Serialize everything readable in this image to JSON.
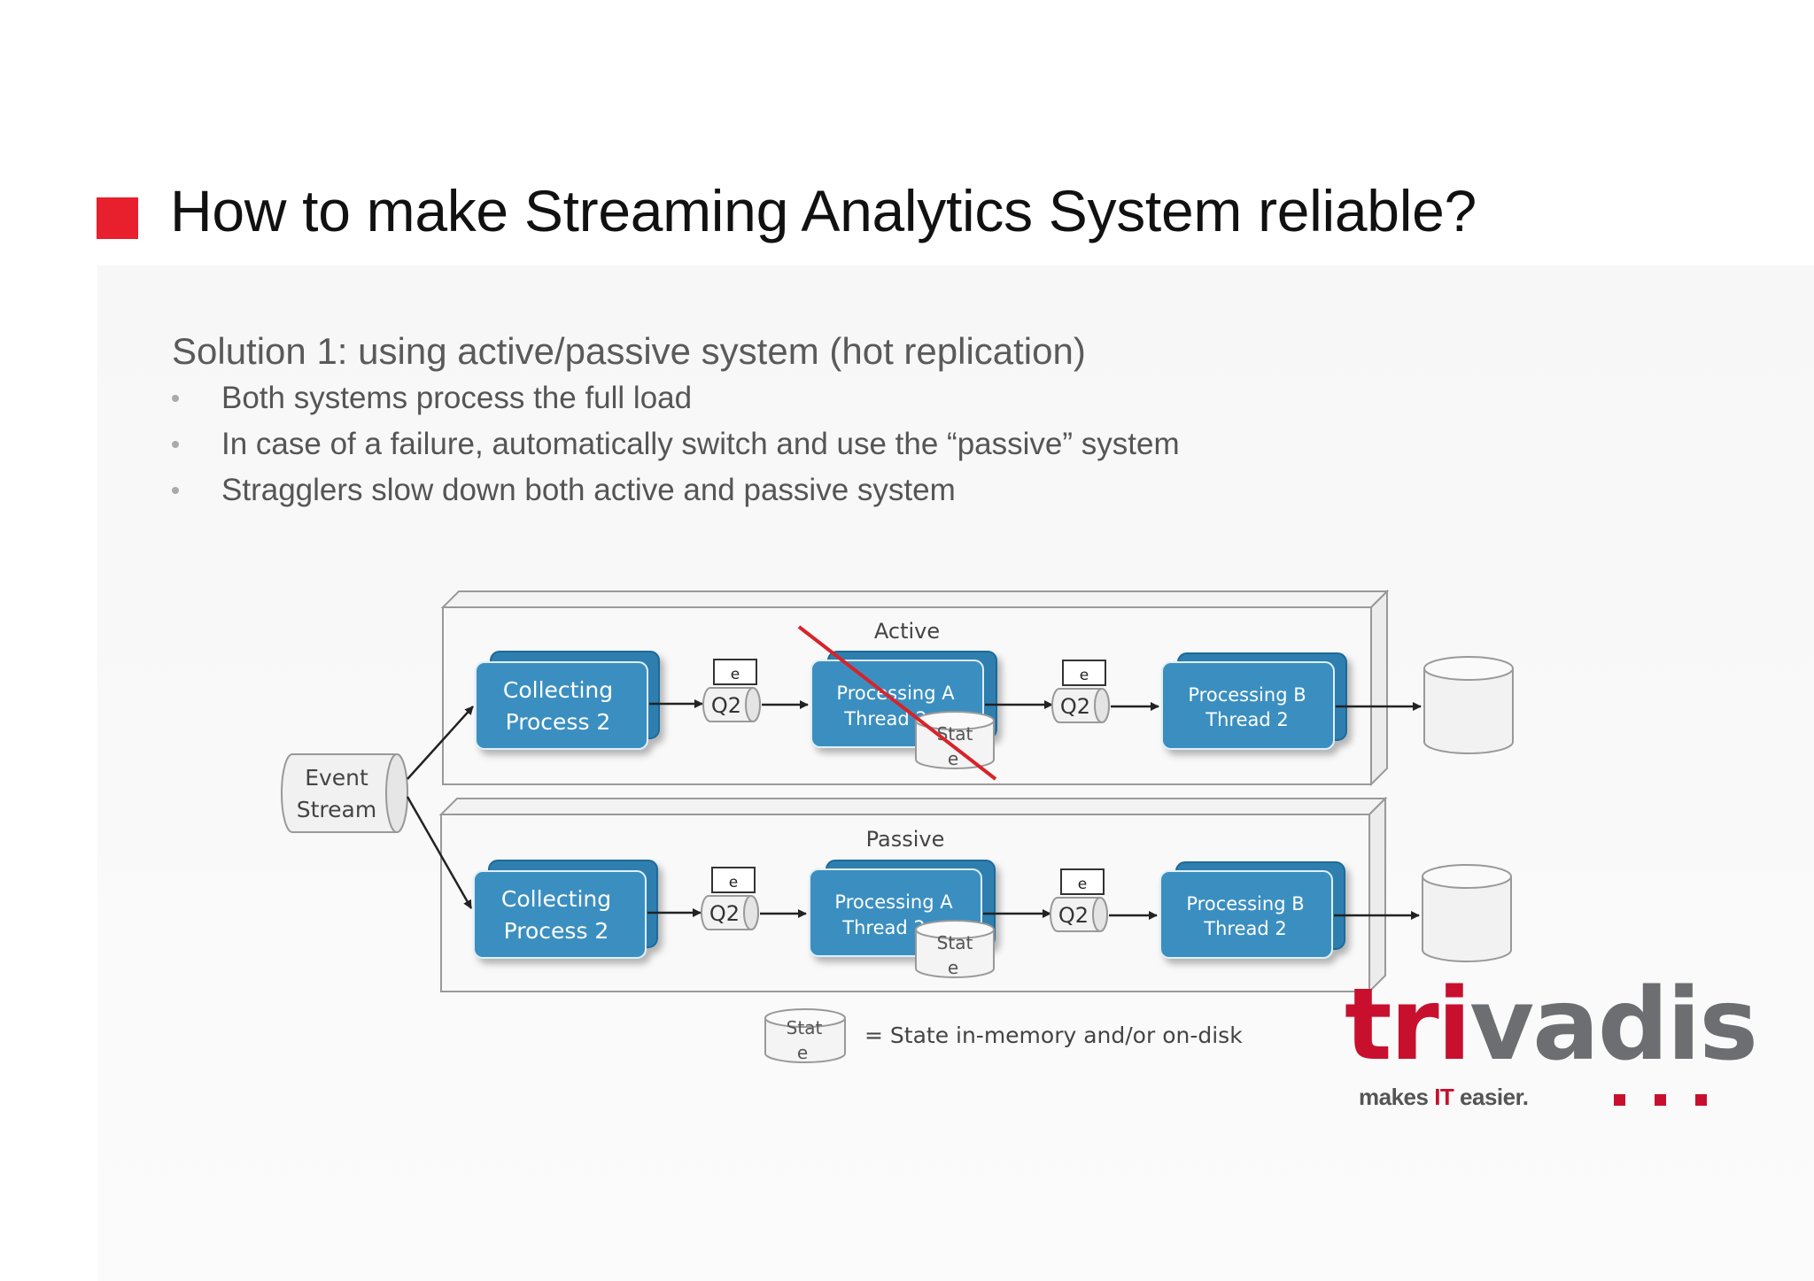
{
  "slide": {
    "title": "How to make Streaming Analytics System reliable?",
    "subtitle": "Solution 1: using active/passive system (hot replication)",
    "bullets": [
      "Both systems process the full load",
      "In case of a failure, automatically  switch and use the “passive” system",
      "Stragglers slow down both active and passive system"
    ],
    "accent_color": "#e8202e"
  },
  "diagram": {
    "source": {
      "line1": "Event",
      "line2": "Stream"
    },
    "lanes": [
      {
        "label": "Active",
        "failed": true,
        "collector": {
          "line1": "Collecting",
          "line2": "Process 2"
        },
        "queue1": {
          "label": "Q2",
          "tag": "e"
        },
        "proc_a": {
          "line1": "Processing  A",
          "line2": "Thread 2",
          "state1": "Stat",
          "state2": "e"
        },
        "queue2": {
          "label": "Q2",
          "tag": "e"
        },
        "proc_b": {
          "line1": "Processing  B",
          "line2": "Thread  2"
        }
      },
      {
        "label": "Passive",
        "failed": false,
        "collector": {
          "line1": "Collecting",
          "line2": "Process 2"
        },
        "queue1": {
          "label": "Q2",
          "tag": "e"
        },
        "proc_a": {
          "line1": "Processing  A",
          "line2": "Thread 2",
          "state1": "Stat",
          "state2": "e"
        },
        "queue2": {
          "label": "Q2",
          "tag": "e"
        },
        "proc_b": {
          "line1": "Processing  B",
          "line2": "Thread  2"
        }
      }
    ],
    "legend": {
      "state1": "Stat",
      "state2": "e",
      "text": "= State in-memory and/or on-disk"
    },
    "colors": {
      "process_box": "#3a8fc0",
      "process_box_back": "#2f7eb0",
      "failure_mark": "#d8232a"
    }
  },
  "logo": {
    "word_red": "tri",
    "word_grey": "vadis",
    "tagline_pre": "makes ",
    "tagline_it": "IT",
    "tagline_post": " easier."
  }
}
